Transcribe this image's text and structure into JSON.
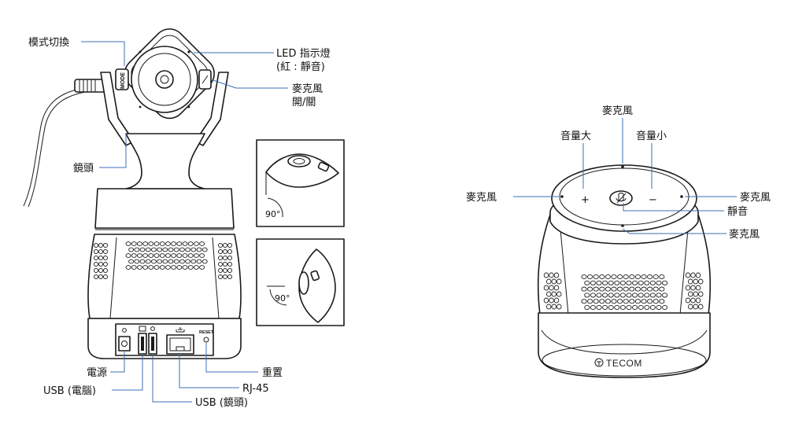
{
  "camera_callouts": {
    "mode_switch": "模式切換",
    "led_indicator_line1": "LED 指示燈",
    "led_indicator_line2": "(紅 : 靜音)",
    "mic_toggle_line1": "麥克風",
    "mic_toggle_line2": "開/關",
    "lens": "鏡頭",
    "power": "電源",
    "usb_pc": "USB (電腦)",
    "usb_lens": "USB (鏡頭)",
    "reset": "重置",
    "rj45": "RJ-45"
  },
  "camera_markings": {
    "mode_button": "MODE",
    "reset_port": "RESET"
  },
  "rotation_insets": [
    {
      "angle": "90°"
    },
    {
      "angle": "90°"
    }
  ],
  "speaker_callouts": {
    "mic_top": "麥克風",
    "volume_up": "音量大",
    "volume_down": "音量小",
    "mic_left": "麥克風",
    "mic_right": "麥克風",
    "mute": "靜音",
    "mic_front": "麥克風"
  },
  "speaker_markings": {
    "plus": "+",
    "minus": "−",
    "brand": "TECOM"
  },
  "colors": {
    "leader_line": "#3b6fb6",
    "outline": "#1a1a1a"
  }
}
